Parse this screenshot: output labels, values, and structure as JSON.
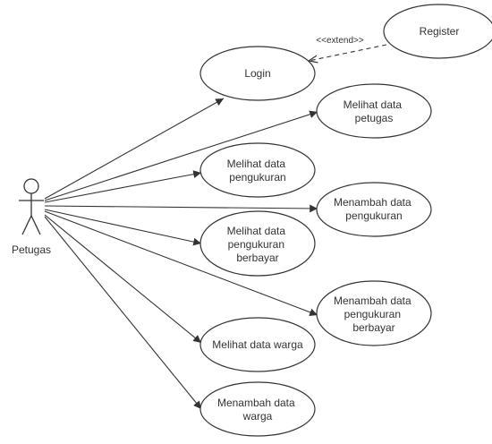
{
  "diagram": {
    "actor": {
      "label": "Petugas"
    },
    "extend_label": "<<extend>>",
    "use_cases": {
      "register": [
        "Register"
      ],
      "login": [
        "Login"
      ],
      "melihat_petugas": [
        "Melihat data",
        "petugas"
      ],
      "melihat_pengukuran": [
        "Melihat data",
        "pengukuran"
      ],
      "menambah_pengukuran": [
        "Menambah data",
        "pengukuran"
      ],
      "melihat_berbayar": [
        "Melihat data",
        "pengukuran",
        "berbayar"
      ],
      "menambah_berbayar": [
        "Menambah data",
        "pengukuran",
        "berbayar"
      ],
      "melihat_warga": [
        "Melihat data warga"
      ],
      "menambah_warga": [
        "Menambah data",
        "warga"
      ]
    }
  }
}
